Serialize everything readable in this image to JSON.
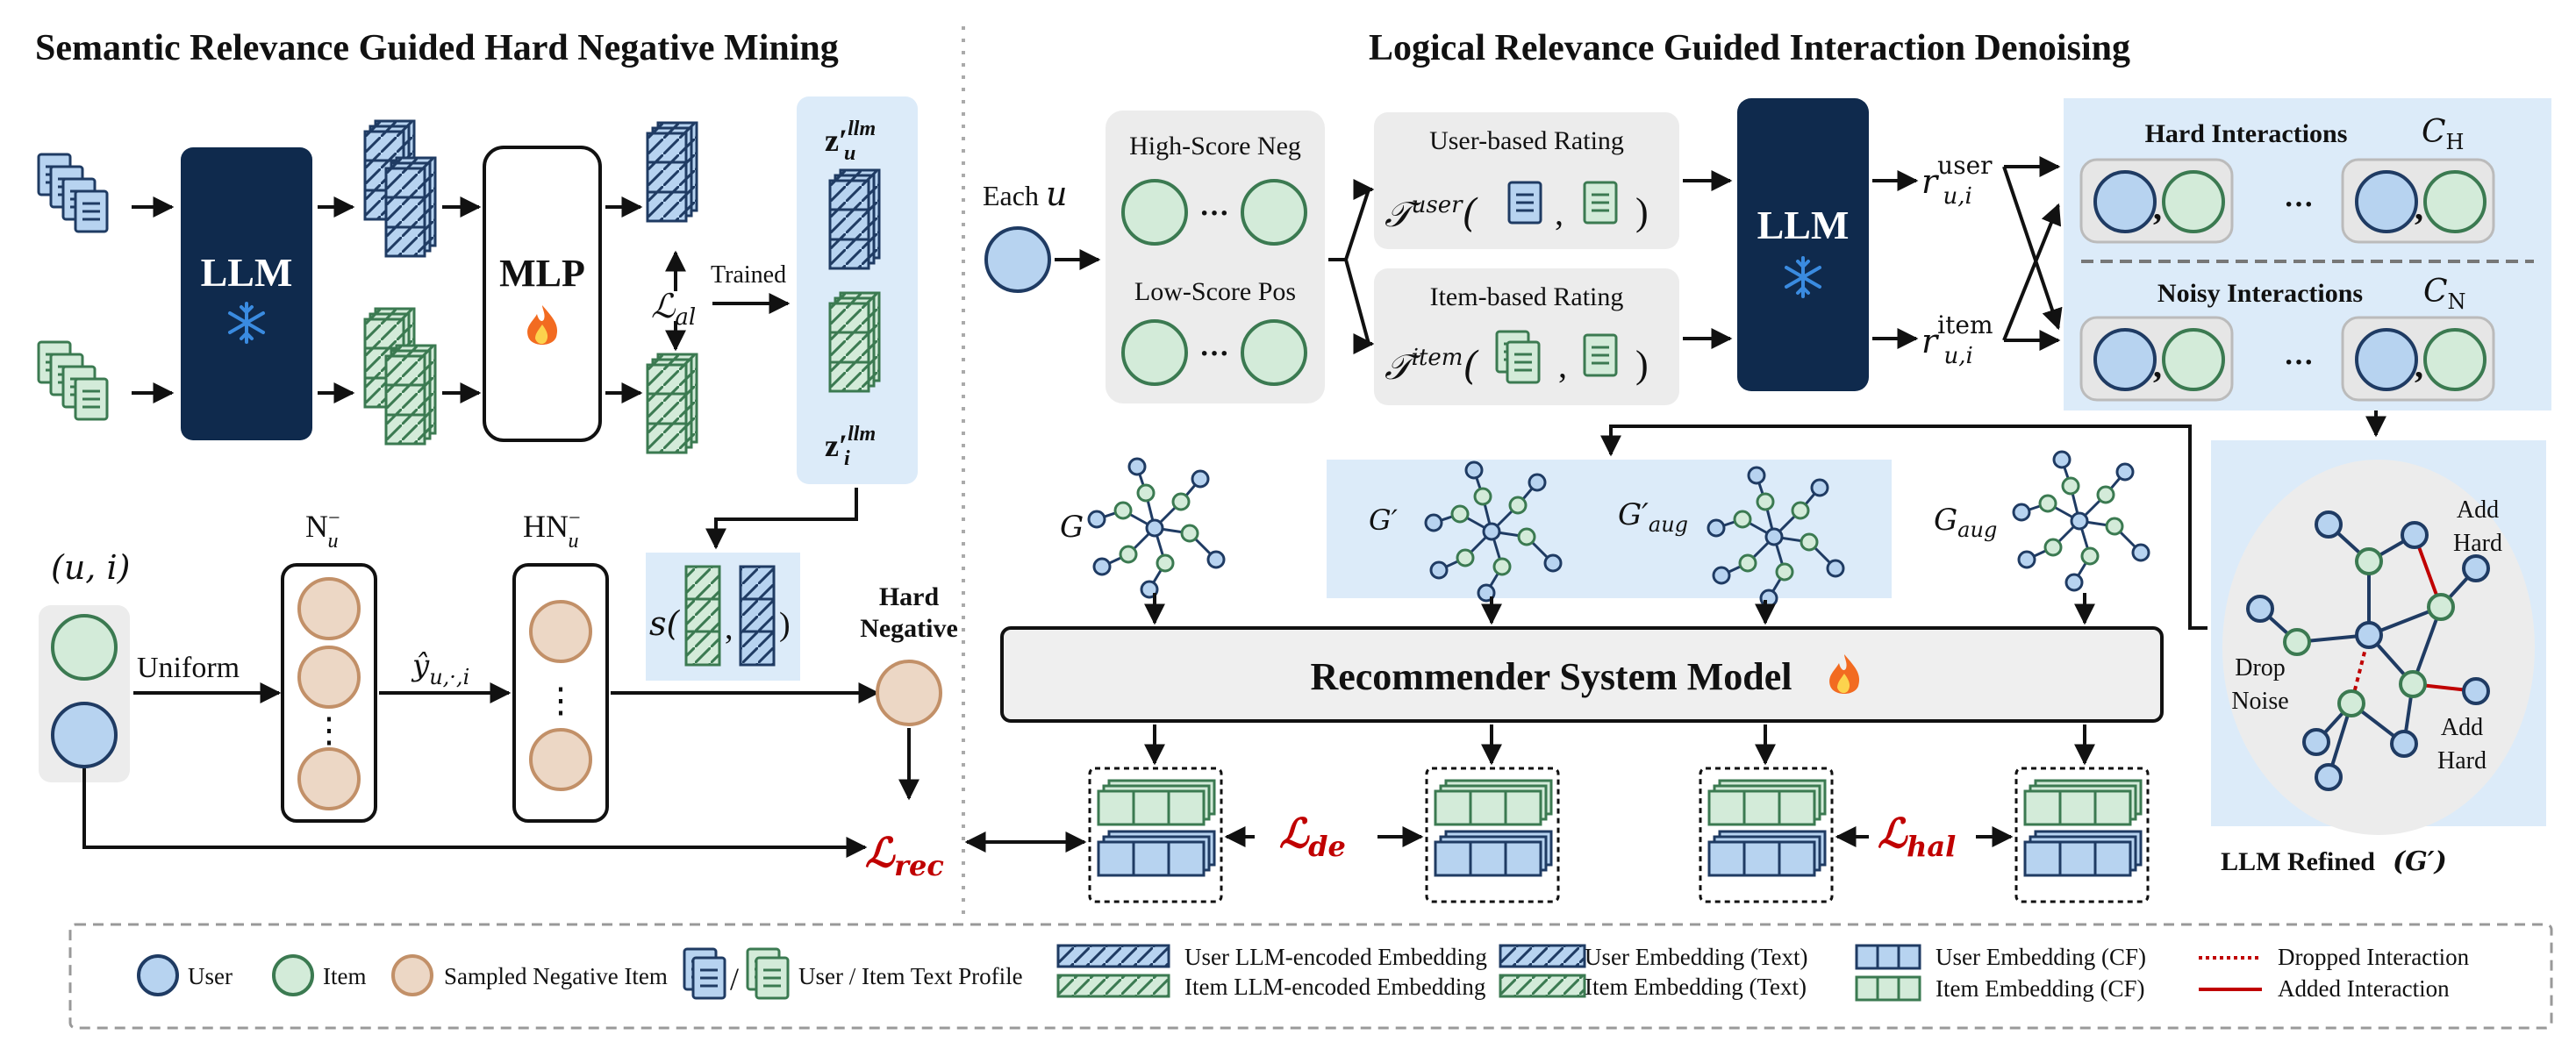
{
  "left_panel": {
    "title": "Semantic Relevance Guided Hard Negative Mining",
    "llm_label": "LLM",
    "mlp_label": "MLP",
    "loss_align": "ℒ",
    "loss_align_sub": "al",
    "trained_label": "Trained",
    "z_user": "z′",
    "z_user_sup": "llm",
    "z_user_sub": "u",
    "z_item": "z′",
    "z_item_sup": "llm",
    "z_item_sub": "i",
    "pair_label": "(u, i)",
    "uniform_label": "Uniform",
    "n_u_label": "N",
    "n_u_sub": "u",
    "n_u_sup": "−",
    "hn_u_label": "HN",
    "hn_u_sub": "u",
    "hn_u_sup": "−",
    "y_hat": "ŷ",
    "y_hat_sub": "u,·,i",
    "score_s": "s(",
    "score_close": ")",
    "score_comma": ",",
    "hard_negative_line1": "Hard",
    "hard_negative_line2": "Negative",
    "vdots": "⋮"
  },
  "right_panel": {
    "title": "Logical Relevance Guided Interaction Denoising",
    "each_u": "Each",
    "each_u_sym": "u",
    "high_score_neg": "High-Score Neg",
    "low_score_pos": "Low-Score Pos",
    "dots": "···",
    "user_rating": "User-based Rating",
    "item_rating": "Item-based Rating",
    "t_user": "𝒯",
    "t_user_sup": "user",
    "t_item": "𝒯",
    "t_item_sup": "item",
    "llm_label": "LLM",
    "r_user": "r",
    "r_user_sup": "user",
    "r_user_sub": "u,i",
    "r_item": "r",
    "r_item_sup": "item",
    "r_item_sub": "u,i",
    "hard_interactions": "Hard Interactions",
    "c_h": "C",
    "c_h_sub": "H",
    "noisy_interactions": "Noisy Interactions",
    "c_n": "C",
    "c_n_sub": "N",
    "ellipsis": "···",
    "g_label": "G",
    "g_prime": "G′",
    "g_aug_prime": "G′",
    "g_aug_prime_sub": "aug",
    "g_aug": "G",
    "g_aug_sub": "aug",
    "rec_model": "Recommender System Model",
    "loss_de": "ℒ",
    "loss_de_sub": "de",
    "loss_hal": "ℒ",
    "loss_hal_sub": "hal",
    "loss_rec": "ℒ",
    "loss_rec_sub": "rec",
    "refined_add_hard_1a": "Add",
    "refined_add_hard_1b": "Hard",
    "refined_drop_a": "Drop",
    "refined_drop_b": "Noise",
    "refined_add_hard_2a": "Add",
    "refined_add_hard_2b": "Hard",
    "refined_title": "LLM Refined",
    "refined_g": "(G′)"
  },
  "legend": {
    "user": "User",
    "item": "Item",
    "sampled_negative": "Sampled Negative Item",
    "text_profile": "User / Item Text Profile",
    "slash": "/",
    "user_llm_emb": "User LLM-encoded Embedding",
    "item_llm_emb": "Item LLM-encoded Embedding",
    "user_text_emb": "User Embedding (Text)",
    "item_text_emb": "Item Embedding (Text)",
    "user_cf_emb": "User Embedding (CF)",
    "item_cf_emb": "Item Embedding (CF)",
    "dropped": "Dropped Interaction",
    "added": "Added Interaction"
  },
  "colors": {
    "user_fill": "#b7d3f0",
    "user_stroke": "#1f3b63",
    "item_fill": "#d3ebd9",
    "item_stroke": "#3b7a51",
    "neg_fill": "#ecd7c5",
    "neg_stroke": "#c29068",
    "llm_box": "#0f2a4d",
    "panel_blue": "#dcebf9",
    "panel_gray": "#ececec",
    "accent_red": "#c00000"
  }
}
